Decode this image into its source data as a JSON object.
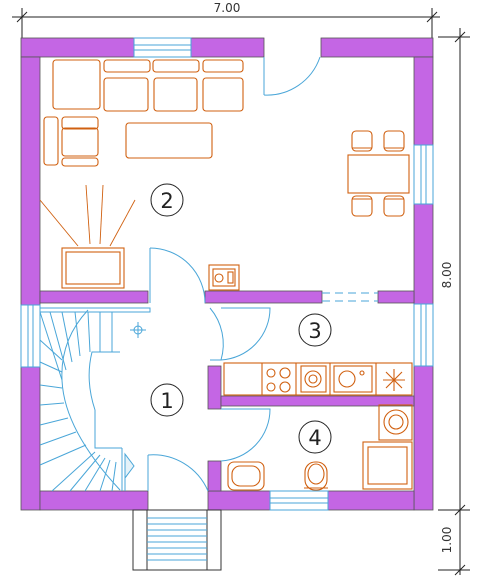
{
  "dimensions": {
    "width": "7.00",
    "depth": "8.00",
    "entrance": "1.00"
  },
  "rooms": [
    {
      "number": "1"
    },
    {
      "number": "2"
    },
    {
      "number": "3"
    },
    {
      "number": "4"
    }
  ],
  "colors": {
    "wall": "#c466e4",
    "furniture": "#d06010",
    "lines": "#4aa6d8",
    "dimension": "#222222"
  }
}
